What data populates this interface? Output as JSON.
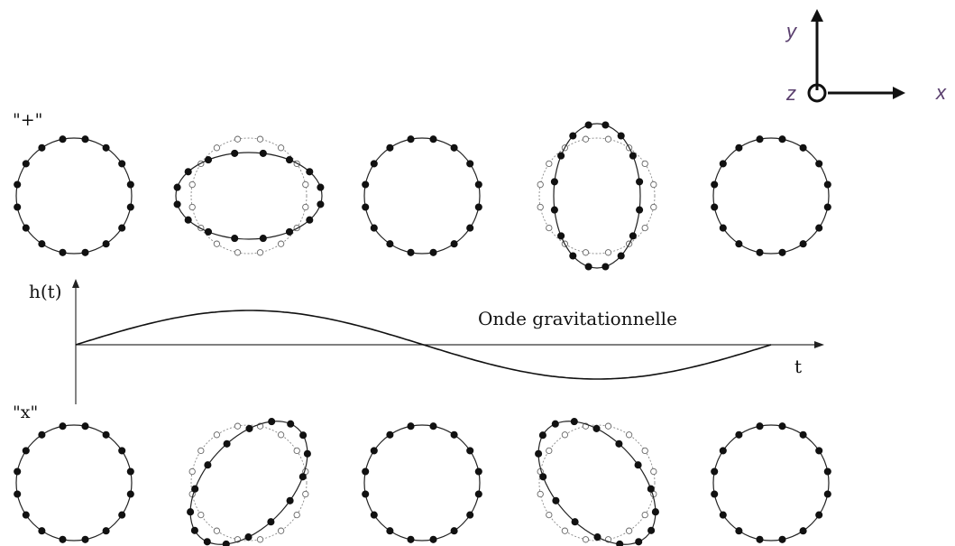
{
  "axes_indicator": {
    "y_label": "y",
    "z_label": "z",
    "x_label": "x"
  },
  "plus_row": {
    "label": "\"+\""
  },
  "cross_row": {
    "label": "\"x\""
  },
  "wave": {
    "y_axis_label": "h(t)",
    "x_axis_label": "t",
    "caption": "Onde gravitationnelle"
  },
  "colors": {
    "ink": "#111111",
    "faint": "#7a7a7a",
    "axis_label": "#5a3f6e"
  }
}
